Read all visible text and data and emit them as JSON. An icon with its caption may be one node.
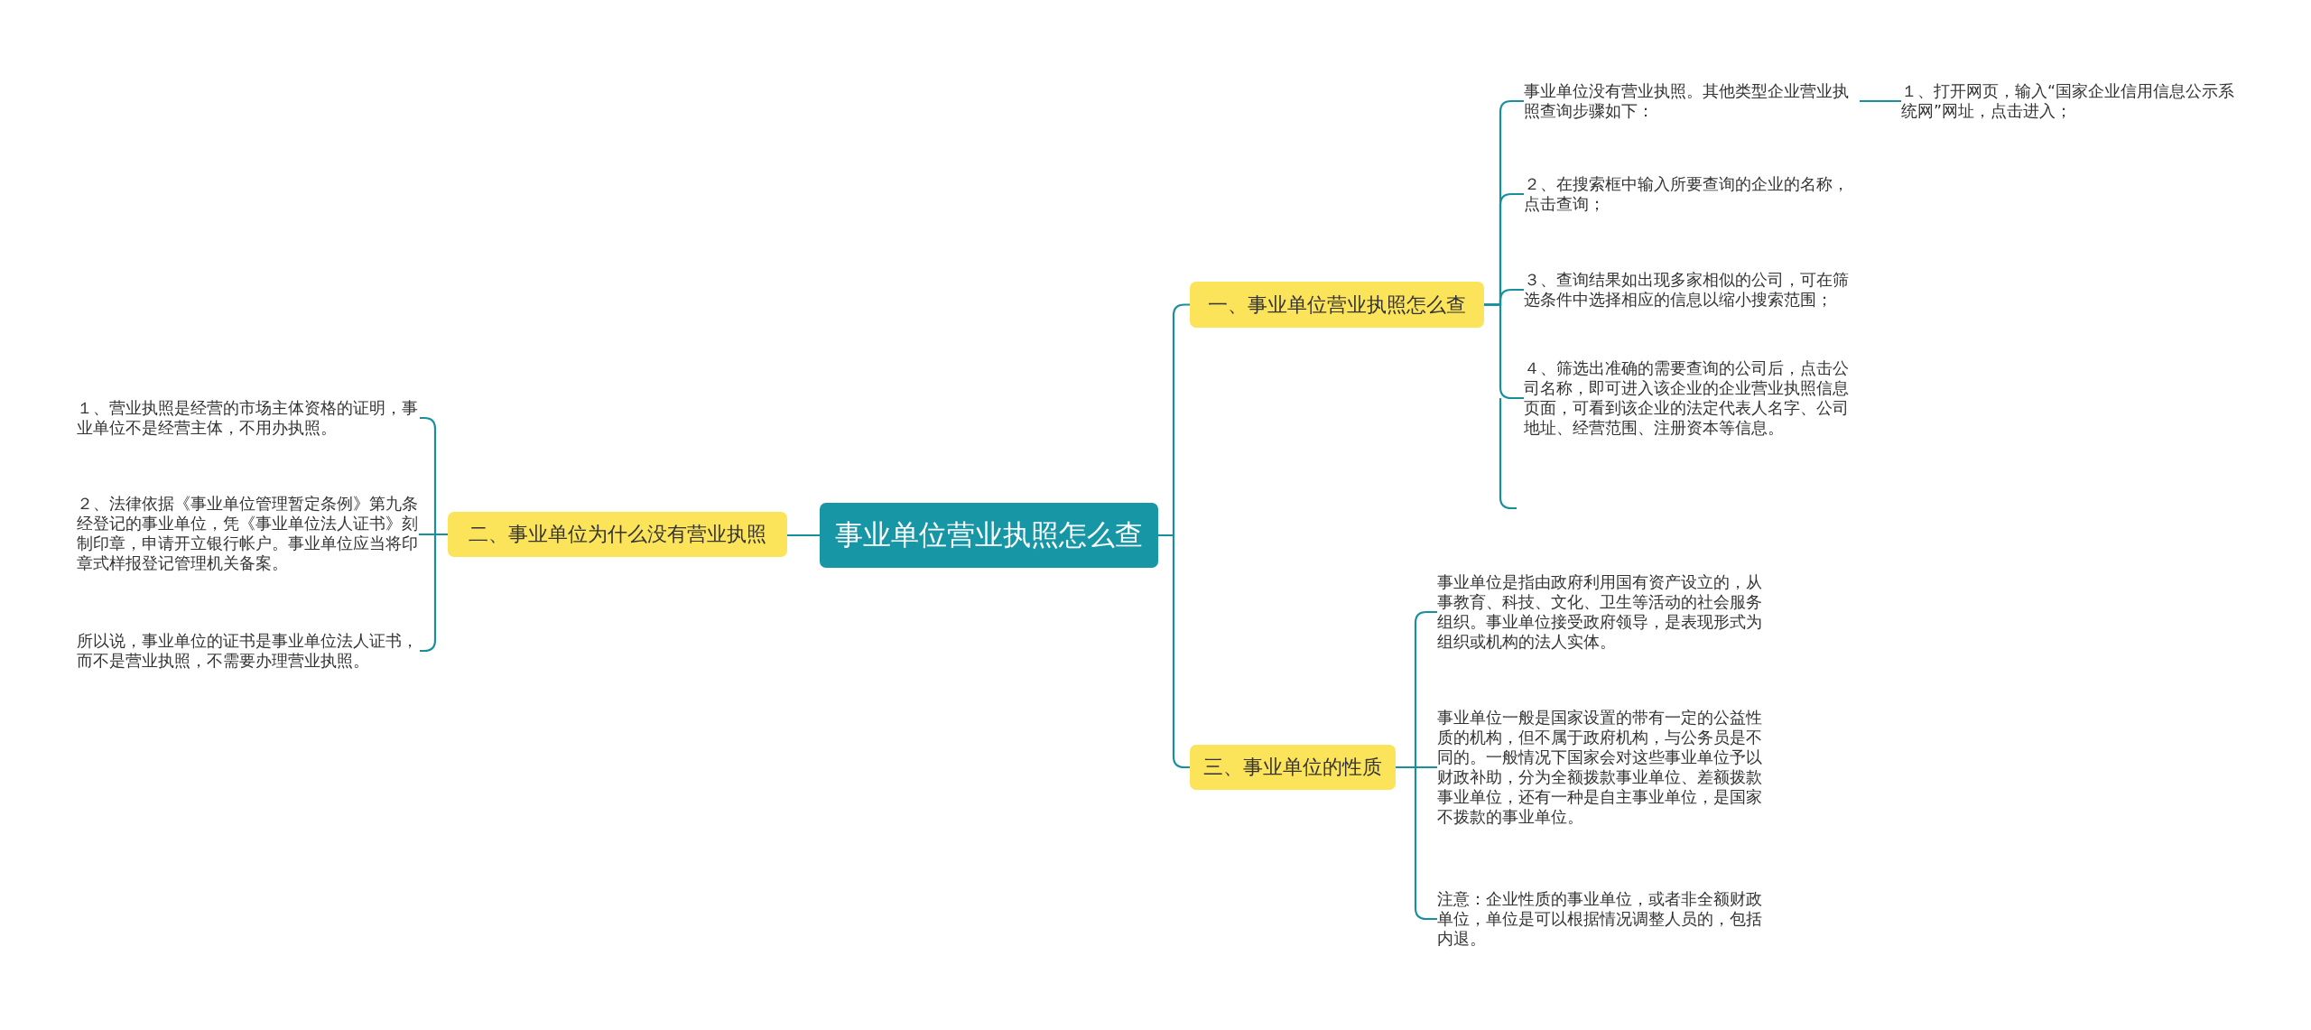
{
  "diagram": {
    "nodes": [
      {
        "text": [
          "事业单位营业执照怎么查"
        ]
      },
      {
        "text": [
          "一、事业单位营业执照怎么查"
        ]
      },
      {
        "text": [
          "事业单位没有营业执照。其他类型企业营业执照查询步骤如下："
        ]
      },
      {
        "text": [
          "１、打开网页，输入“国家企业信用信息公示系统网”网址，点击进入；"
        ]
      },
      {
        "text": [
          "２、在搜索框中输入所要查询的企业的名称，点击查询；"
        ]
      },
      {
        "text": [
          "３、查询结果如出现多家相似的公司，可在筛选条件中选择相应的信息以缩小搜索范围；"
        ]
      },
      {
        "text": [
          "４、筛选出准确的需要查询的公司后，点击公司名称，即可进入该企业的企业营业执照信息页面，可看到该企业的法定代表人名字、公司地址、经营范围、注册资本等信息。"
        ]
      },
      {
        "text": [
          "二、事业单位为什么没有营业执照"
        ]
      },
      {
        "text": [
          "１、营业执照是经营的市场主体资格的证明，事业单位不是经营主体，不用办执照。"
        ]
      },
      {
        "text": [
          "２、法律依据《事业单位管理暂定条例》第九条经登记的事业单位，凭《事业单位法人证书》刻制印章，申请开立银行帐户。事业单位应当将印章式样报登记管理机关备案。"
        ]
      },
      {
        "text": [
          "所以说，事业单位的证书是事业单位法人证书，而不是营业执照，不需要办理营业执照。"
        ]
      },
      {
        "text": [
          "三、事业单位的性质"
        ]
      },
      {
        "text": [
          "事业单位是指由政府利用国有资产设立的，从事教育、科技、文化、卫生等活动的社会服务组织。事业单位接受政府领导，是表现形式为组织或机构的法人实体。"
        ]
      },
      {
        "text": [
          "事业单位一般是国家设置的带有一定的公益性质的机构，但不属于政府机构，与公务员是不同的。一般情况下国家会对这些事业单位予以财政补助，分为全额拨款事业单位、差额拨款事业单位，还有一种是自主事业单位，是国家不拨款的事业单位。"
        ]
      },
      {
        "text": [
          "注意：企业性质的事业单位，或者非全额财政单位，单位是可以根据情况调整人员的，包括内退。"
        ]
      }
    ],
    "edges": [
      {
        "from": 0,
        "to": 1,
        "arrow": "none"
      },
      {
        "from": 1,
        "to": 2,
        "arrow": "none"
      },
      {
        "from": 2,
        "to": 3,
        "arrow": "none"
      },
      {
        "from": 1,
        "to": 4,
        "arrow": "none"
      },
      {
        "from": 1,
        "to": 5,
        "arrow": "none"
      },
      {
        "from": 1,
        "to": 6,
        "arrow": "none"
      },
      {
        "from": 0,
        "to": 7,
        "arrow": "none"
      },
      {
        "from": 7,
        "to": 8,
        "arrow": "none"
      },
      {
        "from": 7,
        "to": 9,
        "arrow": "none"
      },
      {
        "from": 7,
        "to": 10,
        "arrow": "none"
      },
      {
        "from": 0,
        "to": 11,
        "arrow": "none"
      },
      {
        "from": 11,
        "to": 12,
        "arrow": "none"
      },
      {
        "from": 11,
        "to": 13,
        "arrow": "none"
      },
      {
        "from": 11,
        "to": 14,
        "arrow": "none"
      }
    ]
  }
}
